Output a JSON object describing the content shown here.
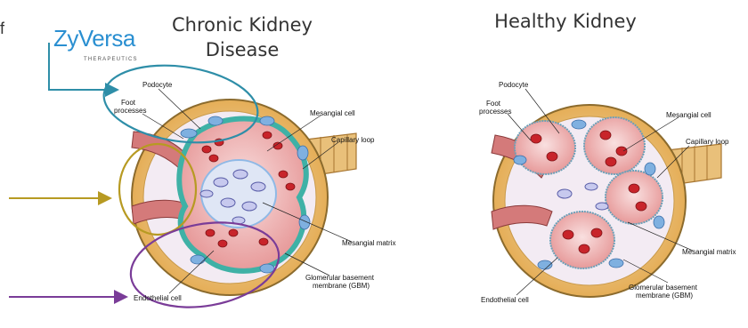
{
  "titles": {
    "ckd_line1": "Chronic Kidney",
    "ckd_line2": "Disease",
    "healthy": "Healthy Kidney"
  },
  "logo": {
    "name": "ZyVersa",
    "tagline": "THERAPEUTICS"
  },
  "stray_char": "f",
  "ckd_labels": {
    "podocyte": "Podocyte",
    "foot1": "Foot",
    "foot2": "processes",
    "mesangial_cell": "Mesangial cell",
    "capillary_loop": "Capillary loop",
    "mesangial_matrix": "Mesangial matrix",
    "gbm1": "Glomerular basement",
    "gbm2": "membrane (GBM)",
    "endothelial": "Endothelial cell"
  },
  "healthy_labels": {
    "podocyte": "Podocyte",
    "foot1": "Foot",
    "foot2": "processes",
    "mesangial_cell": "Mesangial cell",
    "capillary_loop": "Capillary loop",
    "mesangial_matrix": "Mesangial matrix",
    "gbm1": "Glomerular basement",
    "gbm2": "membrane (GBM)",
    "endothelial": "Endothelial cell"
  },
  "colors": {
    "teal": "#2e8ea8",
    "gold": "#b79a22",
    "purple": "#7a3c98",
    "capsule": "#e8b660",
    "tube": "#c86a6a",
    "rbc": "#c8242a",
    "mesangial": "#8fb9e6",
    "gbm": "#3fb1a6"
  }
}
